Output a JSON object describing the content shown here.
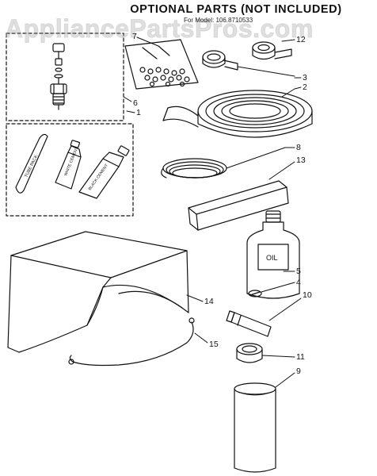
{
  "header": {
    "title": "OPTIONAL PARTS (NOT INCLUDED)",
    "model_line": "For Model: 106.8710533"
  },
  "watermark": "AppliancePartsPros.com",
  "part_labels": {
    "tube_strip": "TUBE PACK",
    "tube_small": "WHITE CEMENT",
    "tube_large": "BLACK CEMENT",
    "oil_bottle": "OIL"
  },
  "callouts": [
    {
      "id": "c1",
      "text": "1"
    },
    {
      "id": "c2",
      "text": "2"
    },
    {
      "id": "c3",
      "text": "3"
    },
    {
      "id": "c4",
      "text": "4"
    },
    {
      "id": "c5",
      "text": "5"
    },
    {
      "id": "c6",
      "text": "6"
    },
    {
      "id": "c7",
      "text": "7"
    },
    {
      "id": "c8",
      "text": "8"
    },
    {
      "id": "c9",
      "text": "9"
    },
    {
      "id": "c10",
      "text": "10"
    },
    {
      "id": "c11",
      "text": "11"
    },
    {
      "id": "c12",
      "text": "12"
    },
    {
      "id": "c13",
      "text": "13"
    },
    {
      "id": "c14",
      "text": "14"
    },
    {
      "id": "c15",
      "text": "15"
    }
  ]
}
